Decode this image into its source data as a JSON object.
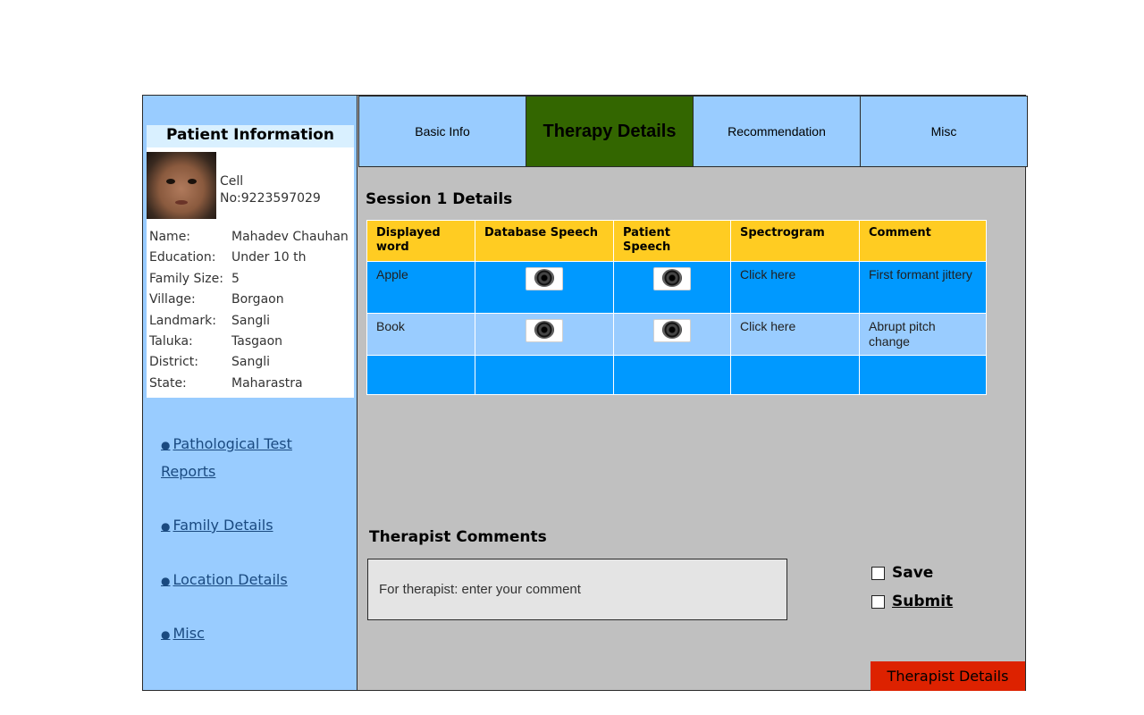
{
  "sidebar": {
    "patient_card": {
      "title": "Patient Information",
      "cell": "Cell No:9223597029",
      "fields": [
        {
          "label": "Name:",
          "value": "Mahadev Chauhan"
        },
        {
          "label": "Education:",
          "value": "Under 10 th"
        },
        {
          "label": "Family Size:",
          "value": "5"
        },
        {
          "label": "Village:",
          "value": "Borgaon"
        },
        {
          "label": "Landmark:",
          "value": "Sangli"
        },
        {
          "label": "Taluka:",
          "value": "Tasgaon"
        },
        {
          "label": "District:",
          "value": "Sangli"
        },
        {
          "label": "State:",
          "value": "Maharastra"
        }
      ]
    },
    "links": [
      {
        "label": "Pathological Test Reports"
      },
      {
        "label": "Family Details"
      },
      {
        "label": "Location Details"
      },
      {
        "label": "Misc"
      }
    ],
    "bullet": "●"
  },
  "tabs": [
    {
      "label": "Basic Info",
      "active": false
    },
    {
      "label": "Therapy Details",
      "active": true
    },
    {
      "label": "Recommendation",
      "active": false
    },
    {
      "label": "Misc",
      "active": false
    }
  ],
  "session": {
    "title": "Session 1 Details",
    "columns": [
      "Displayed word",
      "Database Speech",
      "Patient Speech",
      "Spectrogram",
      "Comment"
    ],
    "rows": [
      {
        "word": "Apple",
        "db_speech_icon": "speaker-icon",
        "patient_speech_icon": "speaker-icon",
        "spectrogram": "Click here",
        "comment": "First formant jittery"
      },
      {
        "word": "Book",
        "db_speech_icon": "speaker-icon",
        "patient_speech_icon": "speaker-icon",
        "spectrogram": "Click here",
        "comment": "Abrupt pitch change"
      }
    ]
  },
  "therapist": {
    "comments_title": "Therapist Comments",
    "comment_placeholder": "For therapist: enter your comment",
    "save_label": "Save",
    "submit_label": "Submit",
    "details_button": "Therapist Details"
  },
  "colors": {
    "sidebar_bg": "#99ccff",
    "active_tab": "#336600",
    "table_header": "#ffcc22",
    "row_dark": "#0099ff",
    "row_light": "#99ccff",
    "panel_bg": "#c0c0c0",
    "button_red": "#dd2200"
  }
}
